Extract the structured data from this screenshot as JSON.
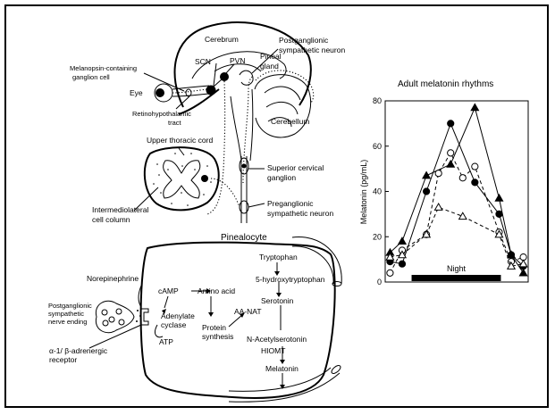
{
  "brain": {
    "cerebrum": "Cerebrum",
    "pineal_gland": [
      "Pineal",
      "gland"
    ],
    "postganglionic_neuron": [
      "Postganglionic",
      "sympathetic neuron"
    ],
    "scn": "SCN",
    "pvn": "PVN",
    "melanopsin_cell": [
      "Melanopsin-containing",
      "ganglion cell"
    ],
    "eye": "Eye",
    "retinohypothalamic_tract": [
      "Retinohypothalamic",
      "tract"
    ],
    "cerebellum": "Cerebellum",
    "upper_thoracic_cord": "Upper thoracic cord",
    "superior_cervical_ganglion": [
      "Superior cervical",
      "ganglion"
    ],
    "intermediolateral_column": [
      "Intermediolateral",
      "cell column"
    ],
    "preganglionic_neuron": [
      "Preganglionic",
      "sympathetic neuron"
    ]
  },
  "pinealocyte": {
    "title": "Pinealocyte",
    "norepinephrine": "Norepinephrine",
    "nerve_ending": [
      "Postganglionic",
      "sympathetic",
      "nerve ending"
    ],
    "receptor": [
      "α-1/ β-adrenergic",
      "receptor"
    ],
    "camp": "cAMP",
    "adenylate_cyclase": [
      "Adenylate",
      "cyclase"
    ],
    "atp": "ATP",
    "amino_acid": "Amino acid",
    "protein_synthesis": [
      "Protein",
      "synthesis"
    ],
    "aa_nat": "AA-NAT",
    "tryptophan": "Tryptophan",
    "hydroxytryptophan": "5-hydroxytryptophan",
    "serotonin": "Serotonin",
    "n_acetylserotonin": "N-Acetylserotonin",
    "hiomt": "HIOMT",
    "melatonin": "Melatonin"
  },
  "chart_data": {
    "type": "line",
    "title": "Adult melatonin rhythms",
    "xlabel": "",
    "ylabel": "Melatonin (pg/mL)",
    "ylim": [
      0,
      80
    ],
    "yticks": [
      0,
      20,
      40,
      60,
      80
    ],
    "night_label": "Night",
    "night_range": [
      2,
      9
    ],
    "x": [
      0,
      1,
      2,
      3,
      4,
      5,
      6,
      7,
      8,
      9,
      10,
      11
    ],
    "series": [
      {
        "marker": "filled-triangle",
        "line": "solid",
        "values": [
          13,
          18,
          null,
          47,
          null,
          52,
          null,
          77,
          null,
          37,
          12,
          4
        ]
      },
      {
        "marker": "filled-circle",
        "line": "solid",
        "values": [
          9,
          8,
          null,
          40,
          null,
          70,
          null,
          44,
          null,
          30,
          12,
          7
        ]
      },
      {
        "marker": "open-circle",
        "line": "dashed",
        "values": [
          4,
          14,
          null,
          21,
          48,
          57,
          46,
          51,
          null,
          22,
          9,
          11
        ]
      },
      {
        "marker": "open-triangle",
        "line": "dashed",
        "values": [
          11,
          12,
          null,
          21,
          33,
          null,
          29,
          null,
          null,
          21,
          7,
          8
        ]
      }
    ]
  }
}
